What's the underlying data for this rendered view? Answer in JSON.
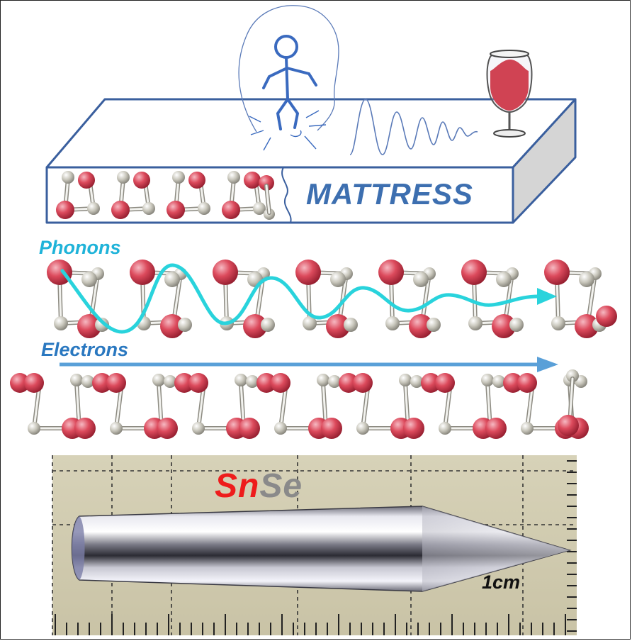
{
  "labels": {
    "mattress": "MATTRESS",
    "phonons": "Phonons",
    "electrons": "Electrons",
    "formula_sn": "Sn",
    "formula_se": "Se",
    "scale": "1cm"
  },
  "colors": {
    "mattress_outline": "#3a5f9e",
    "mattress_text": "#3d6fb0",
    "phonon_wave": "#29d3dc",
    "phonon_text": "#1fb3d9",
    "electron_arrow": "#5aa0d8",
    "electron_text": "#2a78c0",
    "se_atom": "#d83a4e",
    "sn_atom": "#b9b7ab",
    "wine": "#cc1122",
    "sn_text": "#ee1c1c",
    "se_text": "#8a8a8a",
    "photo_background": "#d4cfb4",
    "crystal_rod": "#9a9aa6"
  },
  "icons": [
    "stick-figure-icon",
    "wine-glass-icon",
    "vibration-wave-icon",
    "impact-burst-icon"
  ]
}
